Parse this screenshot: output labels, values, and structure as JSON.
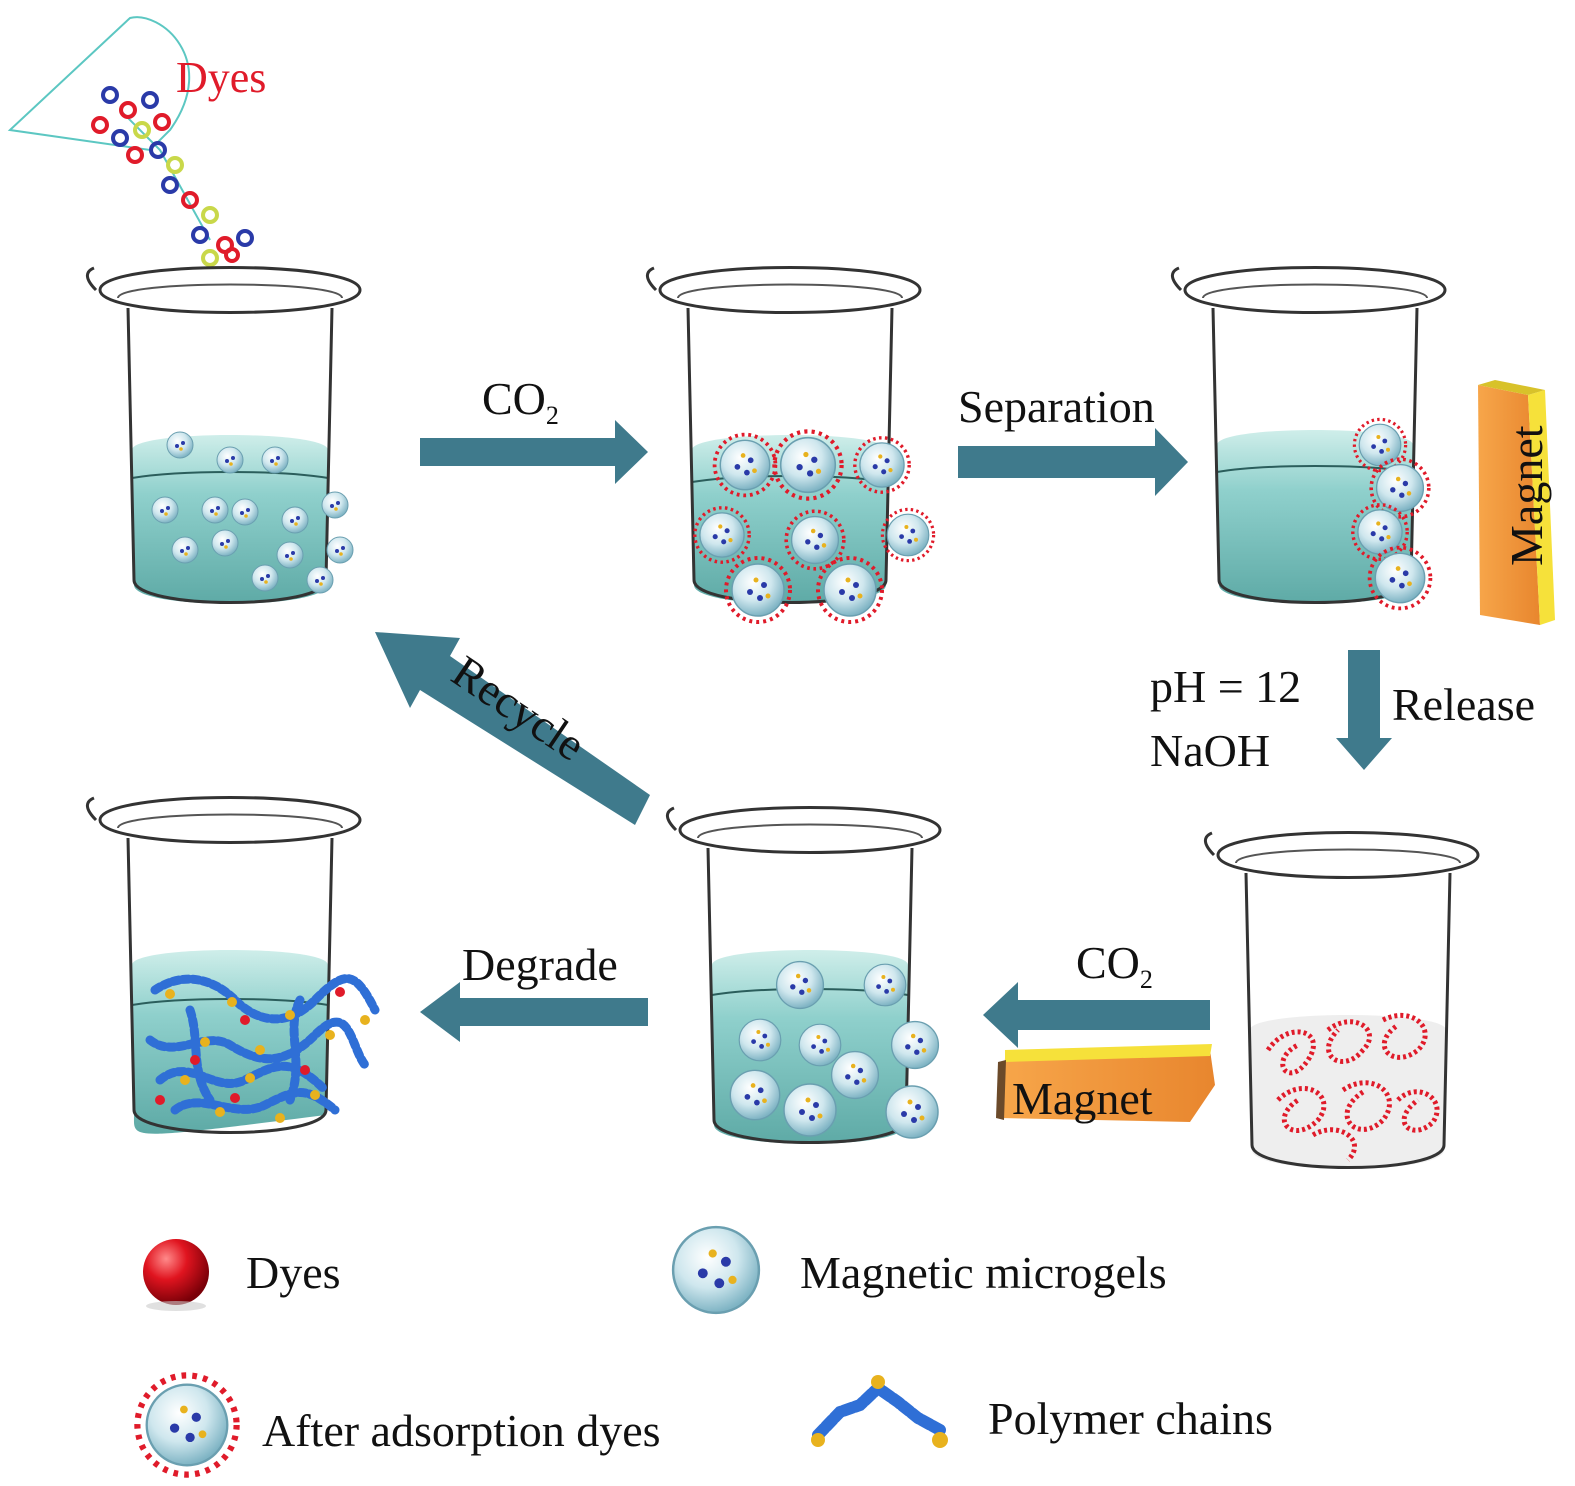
{
  "labels": {
    "dyes_funnel": "Dyes",
    "co2": "CO",
    "co2_sub": "2",
    "separation": "Separation",
    "magnet": "Magnet",
    "ph": "pH = 12",
    "naoh": "NaOH",
    "release": "Release",
    "recycle": "Recycle",
    "degrade": "Degrade"
  },
  "legend": [
    {
      "id": "dyes",
      "label": "Dyes"
    },
    {
      "id": "microgels",
      "label": "Magnetic microgels"
    },
    {
      "id": "after",
      "label": "After adsorption dyes"
    },
    {
      "id": "polymer",
      "label": "Polymer chains"
    }
  ],
  "colors": {
    "arrow": "#3f7a8c",
    "water": "#8fd0cc",
    "dye_red": "#e01b2a",
    "dye_blue": "#2a3aa8",
    "polymer_blue": "#2f6fd6",
    "polymer_yellow": "#e8b21e",
    "magnet_orange": "#f39a3c"
  }
}
